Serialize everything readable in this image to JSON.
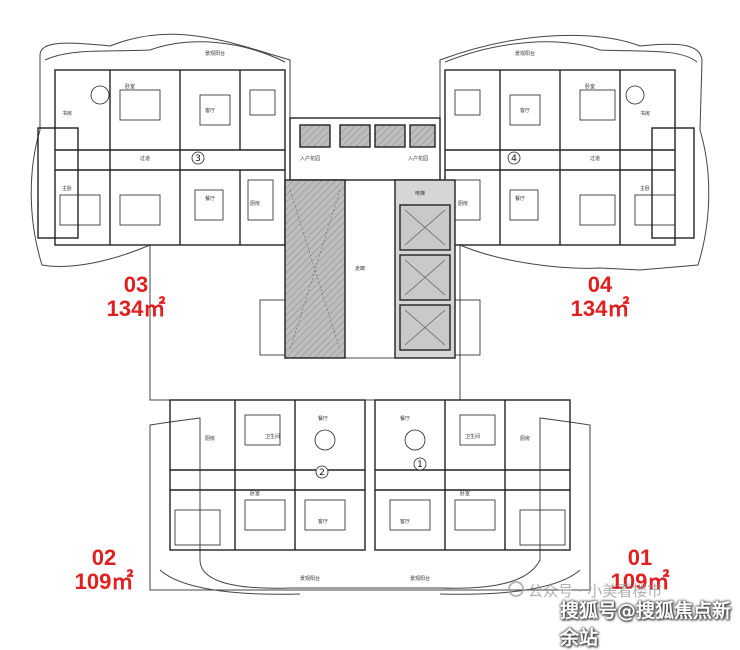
{
  "units": [
    {
      "id": "03",
      "number": "03",
      "area": "134㎡",
      "mark": "3"
    },
    {
      "id": "04",
      "number": "04",
      "area": "134㎡",
      "mark": "4"
    },
    {
      "id": "02",
      "number": "02",
      "area": "109㎡",
      "mark": "2"
    },
    {
      "id": "01",
      "number": "01",
      "area": "109㎡",
      "mark": "1"
    }
  ],
  "room_labels": {
    "living": "客厅",
    "dining": "餐厅",
    "kitchen": "厨房",
    "bedroom": "卧室",
    "master": "主卧",
    "bath": "卫生间",
    "study": "书房",
    "balcony": "景观阳台",
    "corridor": "过道",
    "entry": "入户花园",
    "hall": "走廊",
    "lift": "电梯"
  },
  "watermarks": {
    "gongzhonghao": "公众号 · 小美看楼市",
    "sohu": "搜狐号@搜狐焦点新余站"
  },
  "colors": {
    "label_red": "#e02020",
    "wall": "#222222",
    "core_fill": "#b5b5b5",
    "lift_fill": "#c9c9c9"
  }
}
